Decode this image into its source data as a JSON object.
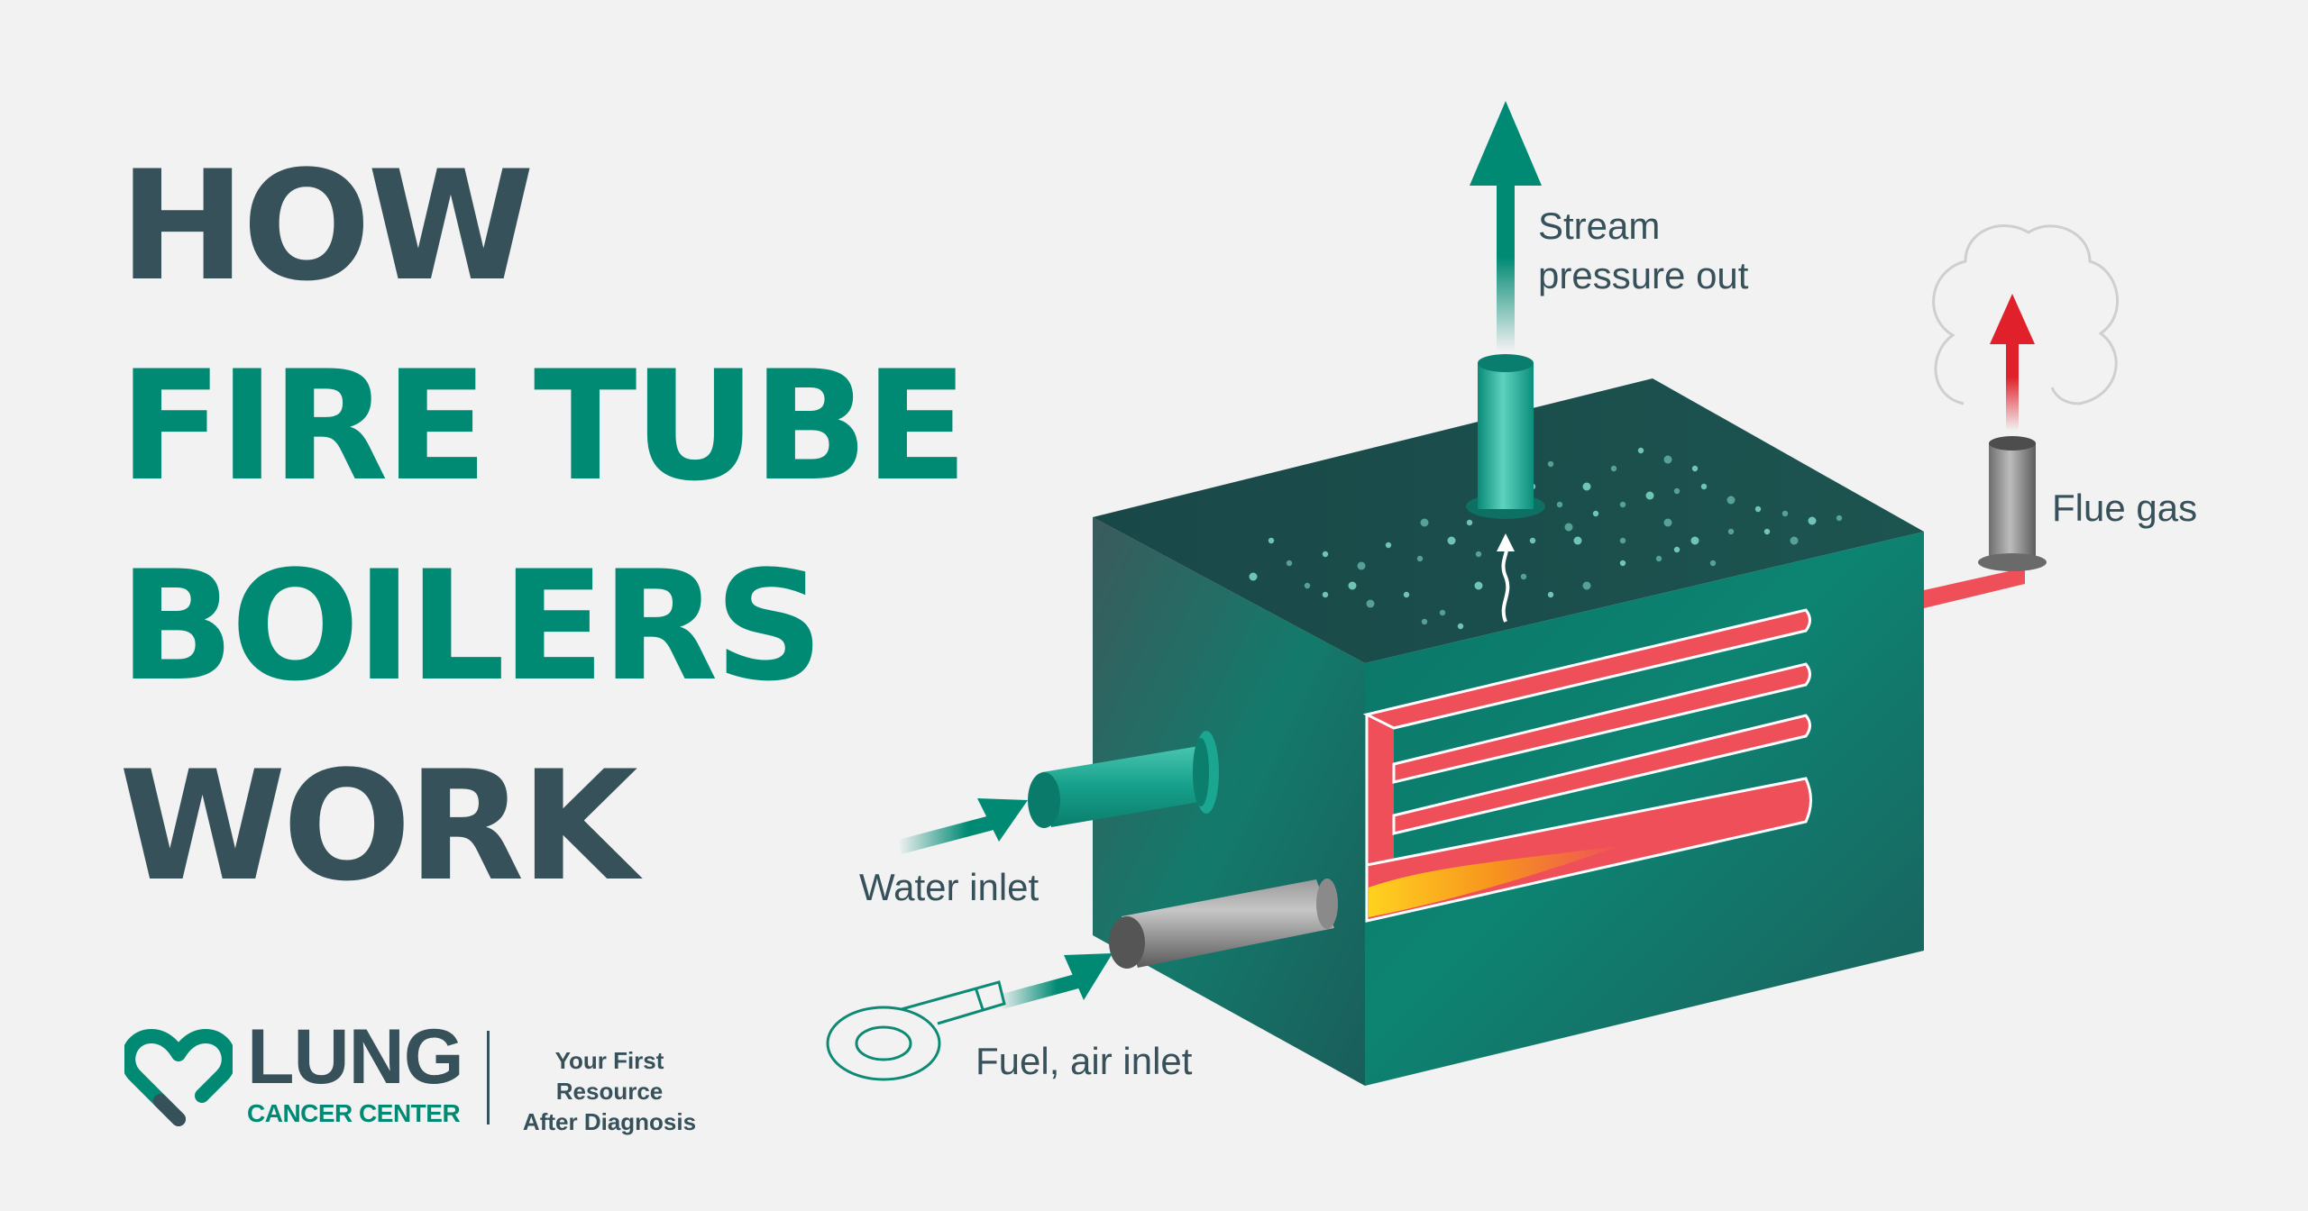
{
  "title": {
    "line1": "HOW",
    "line2": "FIRE TUBE",
    "line3": "BOILERS",
    "line4": "WORK"
  },
  "labels": {
    "steam_line1": "Stream",
    "steam_line2": "pressure out",
    "flue_gas": "Flue gas",
    "water_inlet": "Water inlet",
    "fuel_air_inlet": "Fuel, air inlet"
  },
  "logo": {
    "name": "LUNG",
    "subname": "CANCER CENTER",
    "tagline_line1": "Your First Resource",
    "tagline_line2": "After Diagnosis"
  },
  "colors": {
    "dark": "#37515a",
    "teal": "#008a74",
    "tube_red": "#ee4f59",
    "flue_arrow": "#e0202a",
    "background": "#f2f2f2"
  }
}
